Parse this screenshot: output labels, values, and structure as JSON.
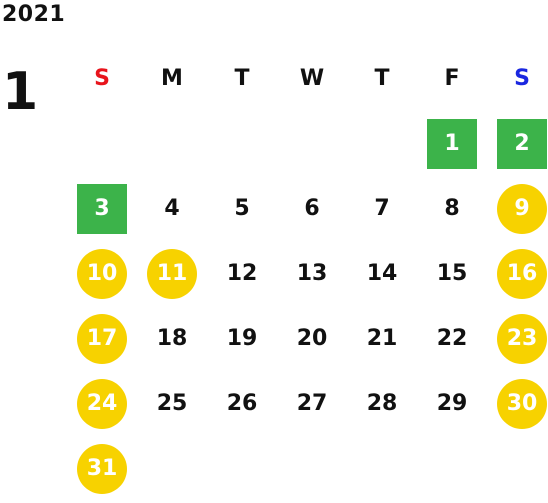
{
  "calendar": {
    "year": "2021",
    "month": "1",
    "weekday_headers": [
      {
        "label": "S",
        "color": "#e8141c"
      },
      {
        "label": "M",
        "color": "#111111"
      },
      {
        "label": "T",
        "color": "#111111"
      },
      {
        "label": "W",
        "color": "#111111"
      },
      {
        "label": "T",
        "color": "#111111"
      },
      {
        "label": "F",
        "color": "#111111"
      },
      {
        "label": "S",
        "color": "#1a27e0"
      }
    ],
    "first_weekday_index": 5,
    "days": [
      {
        "d": "1",
        "style": "holiday"
      },
      {
        "d": "2",
        "style": "holiday"
      },
      {
        "d": "3",
        "style": "holiday"
      },
      {
        "d": "4",
        "style": "plain"
      },
      {
        "d": "5",
        "style": "plain"
      },
      {
        "d": "6",
        "style": "plain"
      },
      {
        "d": "7",
        "style": "plain"
      },
      {
        "d": "8",
        "style": "plain"
      },
      {
        "d": "9",
        "style": "weekend"
      },
      {
        "d": "10",
        "style": "weekend"
      },
      {
        "d": "11",
        "style": "weekend"
      },
      {
        "d": "12",
        "style": "plain"
      },
      {
        "d": "13",
        "style": "plain"
      },
      {
        "d": "14",
        "style": "plain"
      },
      {
        "d": "15",
        "style": "plain"
      },
      {
        "d": "16",
        "style": "weekend"
      },
      {
        "d": "17",
        "style": "weekend"
      },
      {
        "d": "18",
        "style": "plain"
      },
      {
        "d": "19",
        "style": "plain"
      },
      {
        "d": "20",
        "style": "plain"
      },
      {
        "d": "21",
        "style": "plain"
      },
      {
        "d": "22",
        "style": "plain"
      },
      {
        "d": "23",
        "style": "weekend"
      },
      {
        "d": "24",
        "style": "weekend"
      },
      {
        "d": "25",
        "style": "plain"
      },
      {
        "d": "26",
        "style": "plain"
      },
      {
        "d": "27",
        "style": "plain"
      },
      {
        "d": "28",
        "style": "plain"
      },
      {
        "d": "29",
        "style": "plain"
      },
      {
        "d": "30",
        "style": "weekend"
      },
      {
        "d": "31",
        "style": "weekend"
      }
    ]
  },
  "colors": {
    "holiday": "#3cb34a",
    "weekend": "#f7d200",
    "text": "#111111"
  }
}
